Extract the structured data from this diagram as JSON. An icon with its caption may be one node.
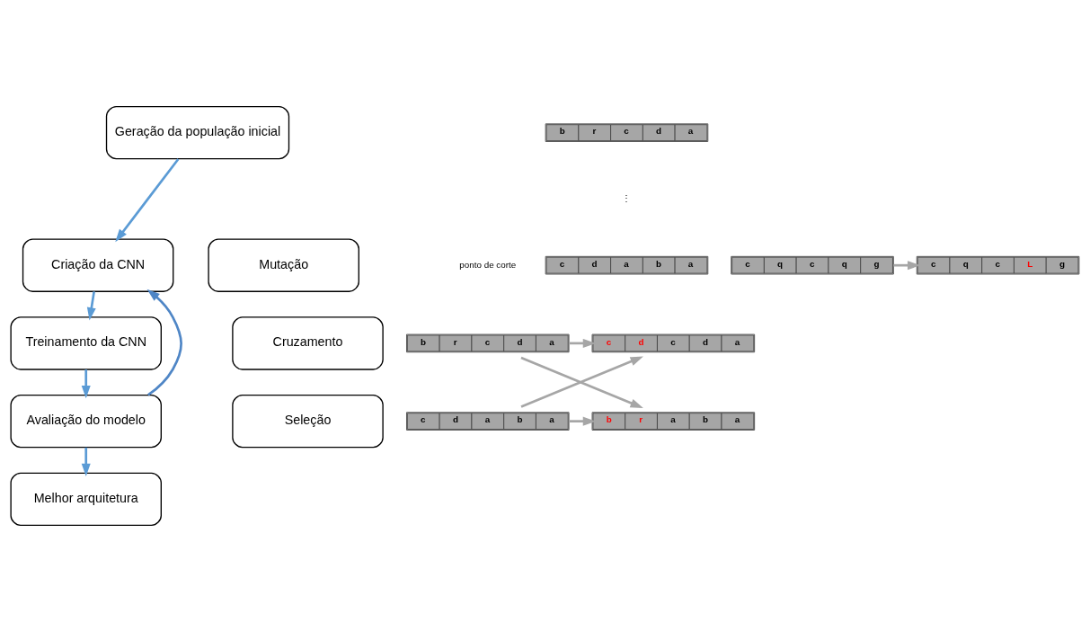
{
  "diagram": {
    "nodes": [
      {
        "text": [
          "Geração da população inicial"
        ]
      },
      {
        "text": [
          "Criação da CNN"
        ]
      },
      {
        "text": [
          "Treinamento da CNN"
        ]
      },
      {
        "text": [
          "Avaliação do modelo"
        ]
      },
      {
        "text": [
          "Melhor arquitetura"
        ]
      },
      {
        "text": [
          "Mutação"
        ]
      },
      {
        "text": [
          "Cruzamento"
        ]
      },
      {
        "text": [
          "Seleção"
        ]
      },
      {
        "text": [
          "b",
          "r",
          "c",
          "d",
          "a"
        ]
      },
      {
        "text": [
          "c",
          "d",
          "a",
          "b",
          "a"
        ]
      },
      {
        "text": [
          "c",
          "q",
          "c",
          "q",
          "g"
        ]
      },
      {
        "text": [
          "c",
          "q",
          "c",
          "L",
          "g"
        ]
      },
      {
        "text": [
          "b",
          "r",
          "c",
          "d",
          "a"
        ]
      },
      {
        "text": [
          "c",
          "d",
          "a",
          "b",
          "a"
        ]
      },
      {
        "text": [
          "c",
          "d",
          "c",
          "d",
          "a"
        ]
      },
      {
        "text": [
          "b",
          "r",
          "a",
          "b",
          "a"
        ]
      }
    ],
    "edges": [
      {
        "from": 0,
        "to": 1,
        "arrow": "to",
        "color": "#5b9bd5"
      },
      {
        "from": 1,
        "to": 2,
        "arrow": "to",
        "color": "#5b9bd5"
      },
      {
        "from": 2,
        "to": 3,
        "arrow": "to",
        "color": "#5b9bd5"
      },
      {
        "from": 3,
        "to": 4,
        "arrow": "to",
        "color": "#5b9bd5"
      },
      {
        "from": 3,
        "to": 1,
        "arrow": "to",
        "color": "#4f86c6"
      },
      {
        "from": 10,
        "to": 11,
        "arrow": "to",
        "color": "#a6a6a6"
      },
      {
        "from": 12,
        "to": 14,
        "arrow": "to",
        "color": "#a6a6a6"
      },
      {
        "from": 12,
        "to": 15,
        "arrow": "to",
        "color": "#a6a6a6"
      },
      {
        "from": 13,
        "to": 14,
        "arrow": "to",
        "color": "#a6a6a6"
      },
      {
        "from": 13,
        "to": 15,
        "arrow": "to",
        "color": "#a6a6a6"
      }
    ],
    "labels": [
      "⋮",
      "ponto de corte"
    ]
  }
}
